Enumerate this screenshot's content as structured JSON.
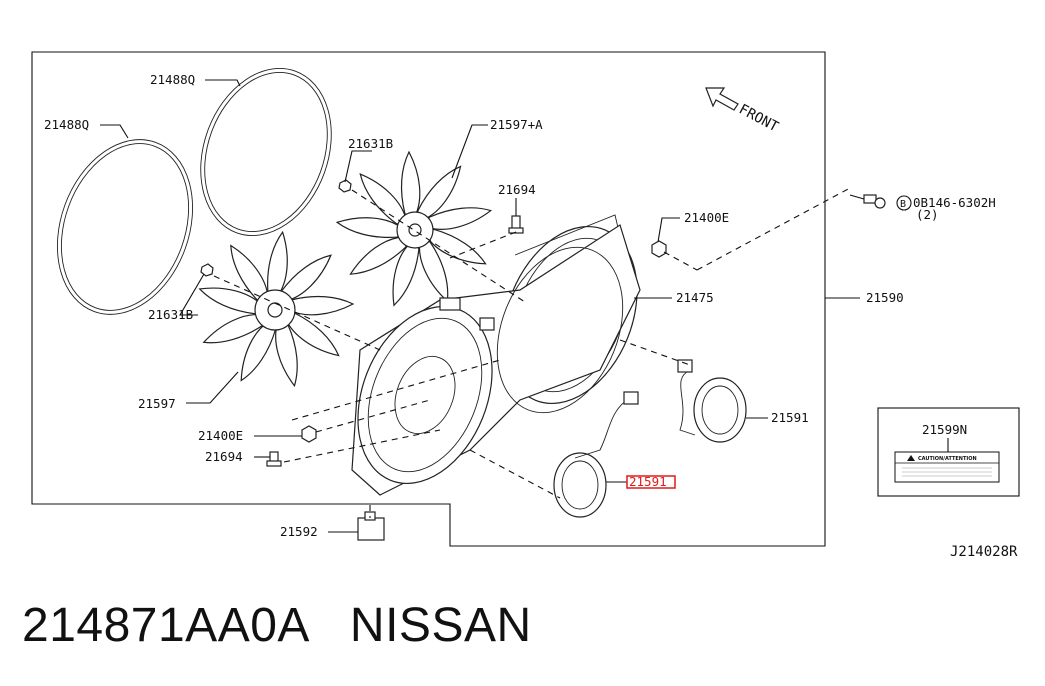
{
  "diagram": {
    "front_label": "FRONT",
    "callouts": {
      "belt_upper": "21488Q",
      "belt_lower": "21488Q",
      "nut_upper": "21631B",
      "fan_upper": "21597+A",
      "clip_upper": "21694",
      "nut_right": "21400E",
      "bolt": "0B146-6302H",
      "bolt_qty": "(2)",
      "bolt_badge": "B",
      "nut_lower": "21631B",
      "shroud_sub": "21475",
      "assembly": "21590",
      "fan_lower": "21597",
      "motor_right": "21591",
      "nut_left": "21400E",
      "clip_left": "21694",
      "motor_highlighted": "21591",
      "bracket": "21592",
      "label_part": "21599N",
      "caution_text": "CAUTION/ATTENTION"
    },
    "drawing_code": "J214028R"
  },
  "part": {
    "number": "214871AA0A",
    "brand": "NISSAN"
  },
  "colors": {
    "highlight": "#e11b1b",
    "line": "#111111"
  }
}
